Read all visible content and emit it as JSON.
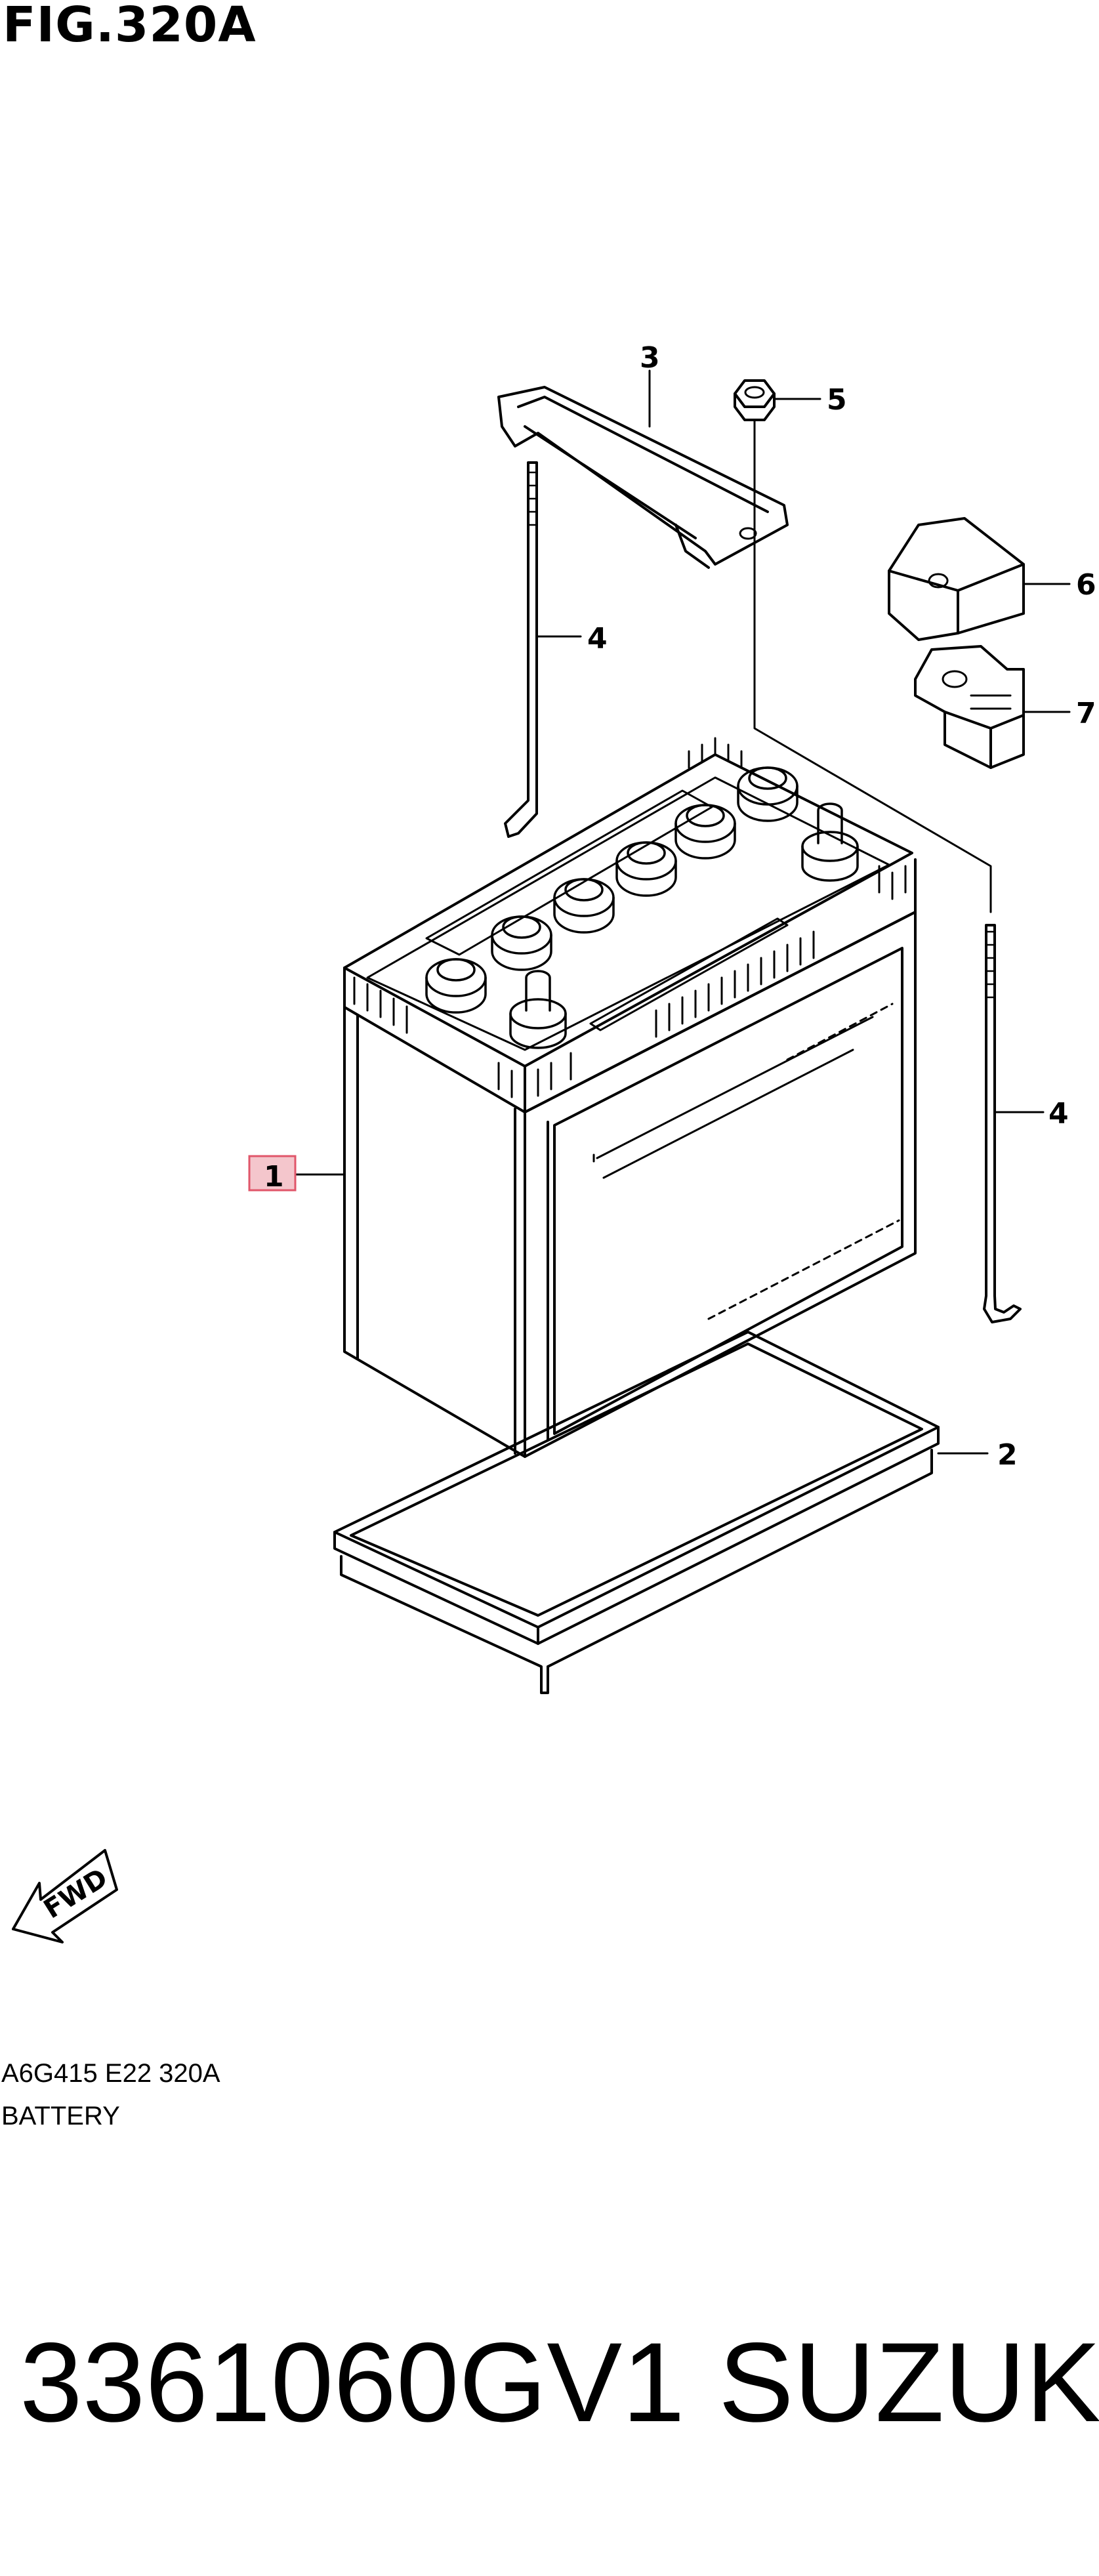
{
  "figure": {
    "title": "FIG.320A",
    "code": "A6G415 E22 320A",
    "name": "BATTERY"
  },
  "callouts": [
    {
      "id": "1",
      "part": "battery",
      "highlighted": true
    },
    {
      "id": "2",
      "part": "battery-tray"
    },
    {
      "id": "3",
      "part": "battery-hold-down-clamp"
    },
    {
      "id": "4",
      "part": "hold-down-rod-left"
    },
    {
      "id": "4",
      "part": "hold-down-rod-right"
    },
    {
      "id": "5",
      "part": "nut"
    },
    {
      "id": "6",
      "part": "terminal-cover"
    },
    {
      "id": "7",
      "part": "terminal-clamp"
    }
  ],
  "direction_arrow": {
    "label": "FWD"
  },
  "footer": {
    "part_number": "3361060GV1",
    "brand": "SUZUKI"
  },
  "colors": {
    "line": "#000000",
    "highlight_box": "#f4c6cc",
    "highlight_border": "#e0566a",
    "background": "#ffffff"
  }
}
